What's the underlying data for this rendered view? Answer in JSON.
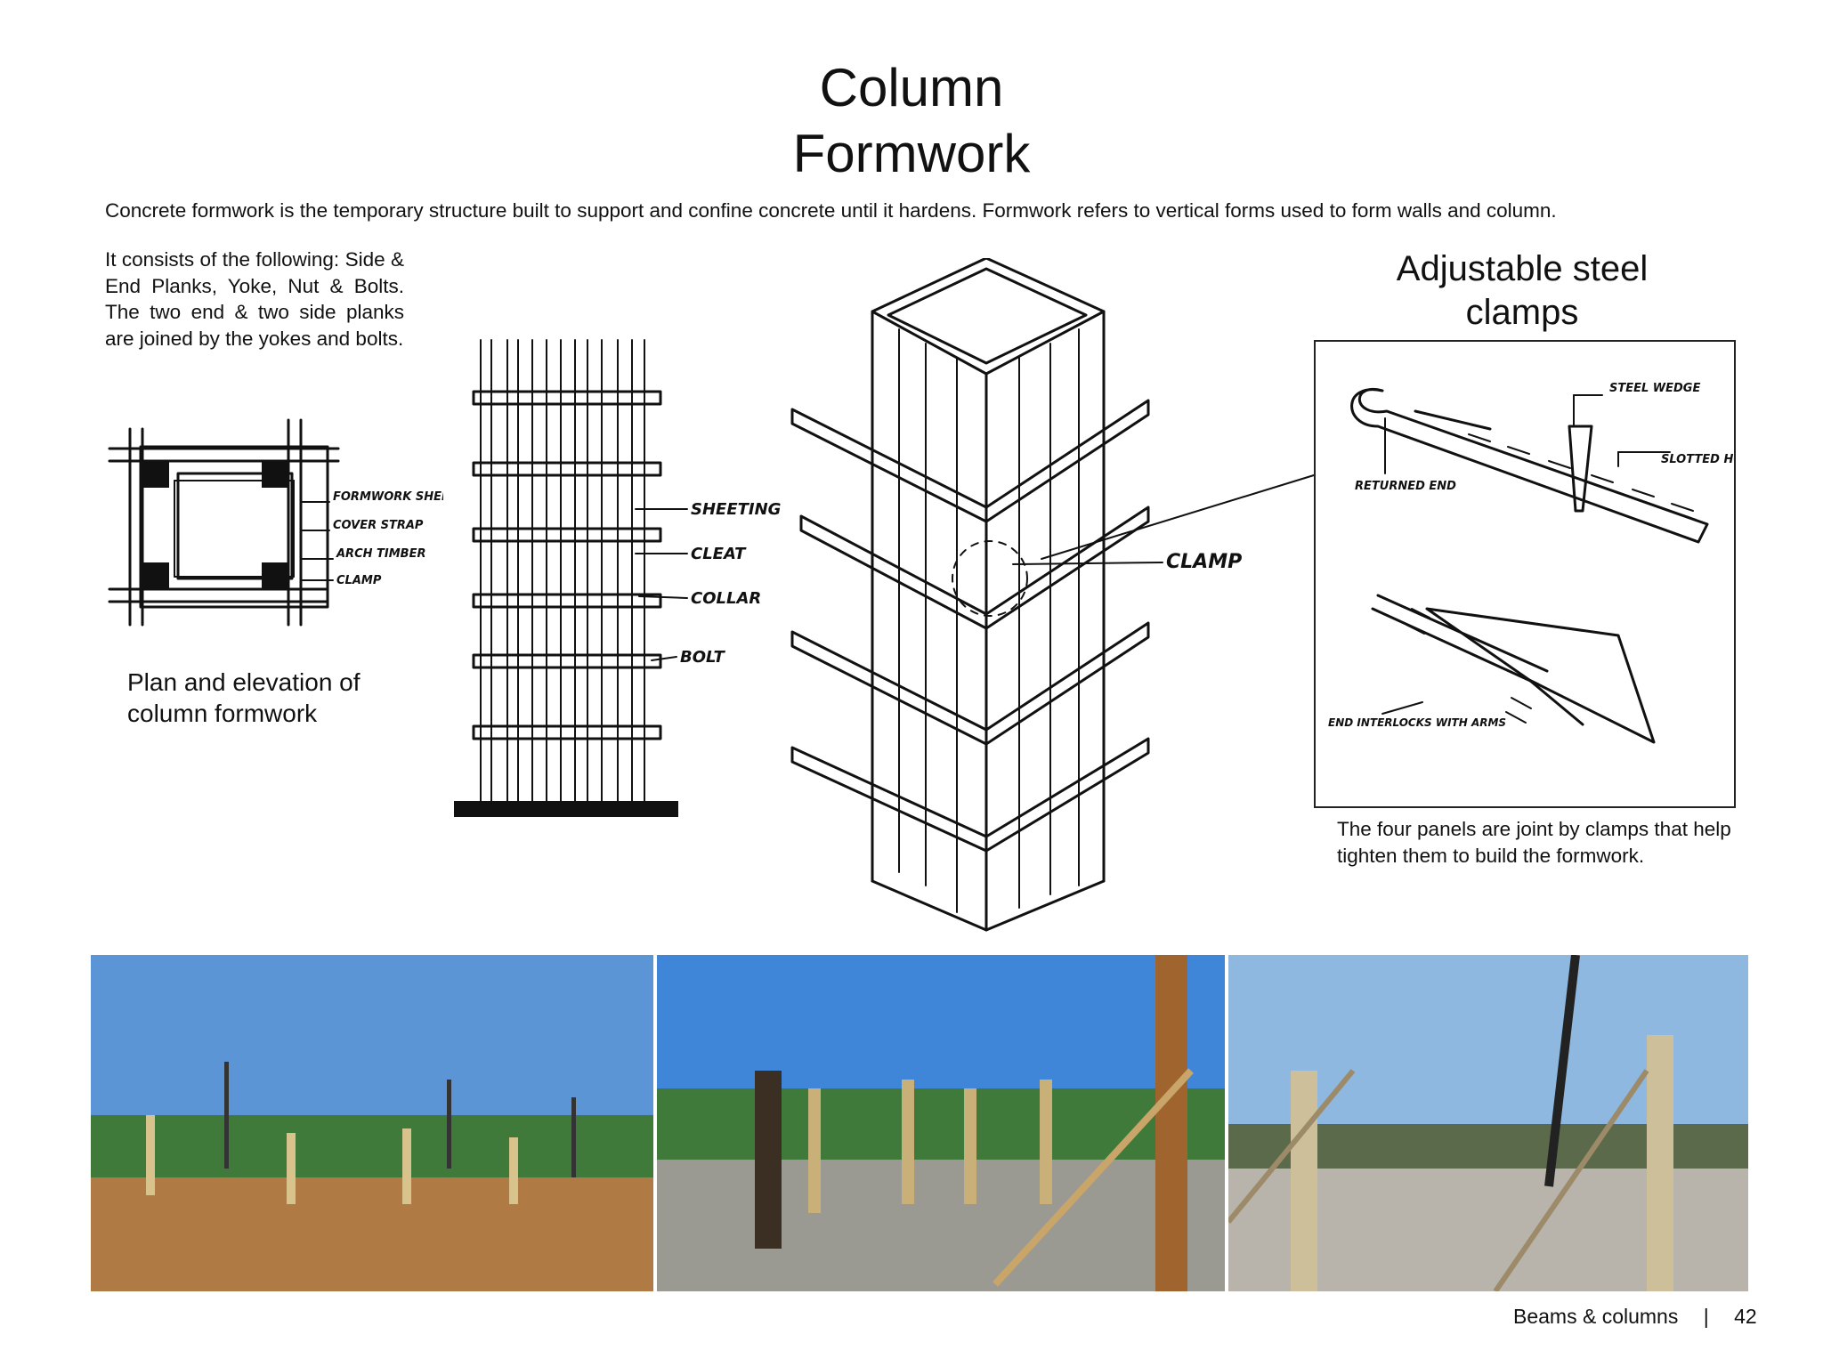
{
  "title": {
    "line1": "Column",
    "line2": "Formwork"
  },
  "intro": "Concrete formwork is the temporary structure built to support and confine concrete until it hardens. Formwork refers to vertical forms used to form walls and column.",
  "consists": "It consists of the following: Side & End Planks, Yoke, Nut & Bolts. The two end & two side planks are joined by the yokes and bolts.",
  "plan_caption": "Plan and elevation of column formwork",
  "plan_labels": [
    "FORMWORK SHEETING",
    "COVER STRAP",
    "ARCH TIMBER",
    "CLAMP"
  ],
  "elevation_labels": [
    "SHEETING",
    "CLEAT",
    "COLLAR",
    "BOLT"
  ],
  "iso_label": "CLAMP",
  "clamps": {
    "title_line1": "Adjustable  steel",
    "title_line2": "clamps",
    "labels": [
      "STEEL WEDGE",
      "SLOTTED HOLES",
      "RETURNED END",
      "END INTERLOCKS WITH ARMS"
    ],
    "caption": "The four panels are joint by clamps that help tighten them to build the formwork."
  },
  "photos": [
    {
      "name": "site-photo-1",
      "sky": "#5b95d6",
      "ground": "#b07a45"
    },
    {
      "name": "site-photo-2",
      "sky": "#3f85d8",
      "ground": "#9a9a92"
    },
    {
      "name": "site-photo-3",
      "sky": "#8fb8e0",
      "ground": "#b8b4ac"
    }
  ],
  "footer": {
    "section": "Beams & columns",
    "separator": "|",
    "page": "42"
  }
}
